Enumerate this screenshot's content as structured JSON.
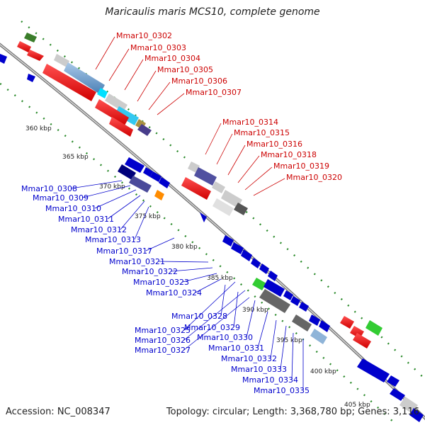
{
  "title": "Maricaulis maris MCS10, complete genome",
  "footer": {
    "accession_label": "Accession: NC_008347",
    "summary": "Topology: circular; Length: 3,368,780 bp; Genes: 3,116"
  },
  "colors": {
    "backbone": "#888888",
    "tick_dots": "#2a8a2a",
    "forward_label": "#cc0000",
    "reverse_label": "#0000cc"
  },
  "ticks": [
    "360 kbp",
    "365 kbp",
    "370 kbp",
    "375 kbp",
    "380 kbp",
    "385 kbp",
    "390 kbp",
    "395 kbp",
    "400 kbp",
    "405 kbp"
  ],
  "genes_forward": [
    "Mmar10_0302",
    "Mmar10_0303",
    "Mmar10_0304",
    "Mmar10_0305",
    "Mmar10_0306",
    "Mmar10_0307",
    "Mmar10_0314",
    "Mmar10_0315",
    "Mmar10_0316",
    "Mmar10_0318",
    "Mmar10_0319",
    "Mmar10_0320"
  ],
  "genes_reverse": [
    "Mmar10_0308",
    "Mmar10_0309",
    "Mmar10_0310",
    "Mmar10_0311",
    "Mmar10_0312",
    "Mmar10_0313",
    "Mmar10_0317",
    "Mmar10_0321",
    "Mmar10_0322",
    "Mmar10_0323",
    "Mmar10_0324",
    "Mmar10_0325",
    "Mmar10_0326",
    "Mmar10_0327",
    "Mmar10_0328",
    "Mmar10_0329",
    "Mmar10_0330",
    "Mmar10_0331",
    "Mmar10_0332",
    "Mmar10_0333",
    "Mmar10_0334",
    "Mmar10_0335"
  ]
}
